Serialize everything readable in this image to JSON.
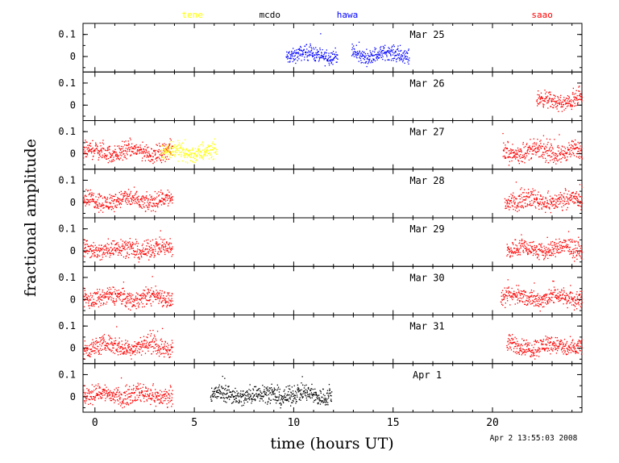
{
  "chart_data": {
    "type": "scatter",
    "xlabel": "time (hours UT)",
    "ylabel": "fractional amplitude",
    "xlim": [
      -0.6,
      24.5
    ],
    "ylim": [
      -0.07,
      0.15
    ],
    "xticks": [
      0,
      5,
      10,
      15,
      20
    ],
    "yticks": [
      0,
      0.1
    ],
    "ytick_labels": [
      "0",
      "0.1"
    ],
    "timestamp": "Apr  2 13:55:03 2008",
    "sites": [
      {
        "name": "tene",
        "color": "#ffff00"
      },
      {
        "name": "mcdo",
        "color": "#000000"
      },
      {
        "name": "hawa",
        "color": "#0000ff"
      },
      {
        "name": "saao",
        "color": "#ff0000"
      }
    ],
    "panels": [
      {
        "label": "Mar 25",
        "segments": [
          {
            "site": "hawa",
            "color": "#0000ff",
            "x_range": [
              9.6,
              12.2
            ],
            "y_center": 0.01,
            "y_spread": 0.04
          },
          {
            "site": "hawa",
            "color": "#0000ff",
            "x_range": [
              12.9,
              15.8
            ],
            "y_center": 0.01,
            "y_spread": 0.04
          }
        ]
      },
      {
        "label": "Mar 26",
        "segments": [
          {
            "site": "saao",
            "color": "#ff0000",
            "x_range": [
              22.2,
              24.5
            ],
            "y_center": 0.02,
            "y_spread": 0.045
          }
        ]
      },
      {
        "label": "Mar 27",
        "segments": [
          {
            "site": "saao",
            "color": "#ff0000",
            "x_range": [
              -0.6,
              3.9
            ],
            "y_center": 0.01,
            "y_spread": 0.05
          },
          {
            "site": "tene",
            "color": "#ffff00",
            "x_range": [
              3.3,
              6.1
            ],
            "y_center": 0.01,
            "y_spread": 0.05
          },
          {
            "site": "saao",
            "color": "#ff0000",
            "x_range": [
              20.5,
              24.5
            ],
            "y_center": 0.01,
            "y_spread": 0.05
          }
        ]
      },
      {
        "label": "Mar 28",
        "segments": [
          {
            "site": "saao",
            "color": "#ff0000",
            "x_range": [
              -0.6,
              3.9
            ],
            "y_center": 0.01,
            "y_spread": 0.05
          },
          {
            "site": "saao",
            "color": "#ff0000",
            "x_range": [
              20.6,
              24.5
            ],
            "y_center": 0.01,
            "y_spread": 0.05
          }
        ]
      },
      {
        "label": "Mar 29",
        "segments": [
          {
            "site": "saao",
            "color": "#ff0000",
            "x_range": [
              -0.6,
              3.9
            ],
            "y_center": 0.01,
            "y_spread": 0.05
          },
          {
            "site": "saao",
            "color": "#ff0000",
            "x_range": [
              20.7,
              24.5
            ],
            "y_center": 0.01,
            "y_spread": 0.05
          }
        ]
      },
      {
        "label": "Mar 30",
        "segments": [
          {
            "site": "saao",
            "color": "#ff0000",
            "x_range": [
              -0.6,
              3.9
            ],
            "y_center": 0.01,
            "y_spread": 0.05
          },
          {
            "site": "saao",
            "color": "#ff0000",
            "x_range": [
              20.4,
              24.5
            ],
            "y_center": 0.01,
            "y_spread": 0.05
          }
        ]
      },
      {
        "label": "Mar 31",
        "segments": [
          {
            "site": "saao",
            "color": "#ff0000",
            "x_range": [
              -0.6,
              3.9
            ],
            "y_center": 0.01,
            "y_spread": 0.05
          },
          {
            "site": "saao",
            "color": "#ff0000",
            "x_range": [
              20.7,
              24.5
            ],
            "y_center": 0.01,
            "y_spread": 0.05
          }
        ]
      },
      {
        "label": "Apr 1",
        "segments": [
          {
            "site": "saao",
            "color": "#ff0000",
            "x_range": [
              -0.6,
              3.9
            ],
            "y_center": 0.01,
            "y_spread": 0.05
          },
          {
            "site": "mcdo",
            "color": "#000000",
            "x_range": [
              5.8,
              11.9
            ],
            "y_center": 0.01,
            "y_spread": 0.05
          }
        ]
      }
    ]
  }
}
